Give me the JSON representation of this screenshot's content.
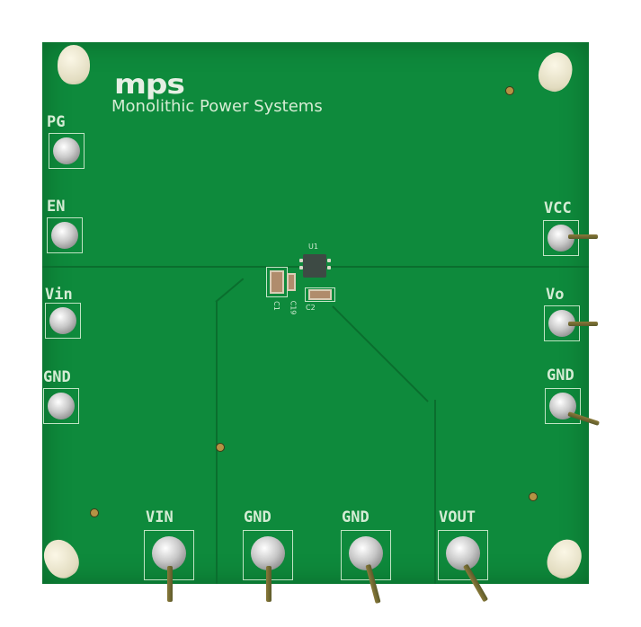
{
  "board": {
    "brand_logo": "mps",
    "company_name": "Monolithic Power Systems",
    "colors": {
      "pcb": "#0e8a3c",
      "silkscreen": "#cfe9d2",
      "background": "#ffffff"
    }
  },
  "components": {
    "ic_ref": "U1",
    "cap1_ref": "C1",
    "cap2_ref": "C2",
    "cap19_ref": "C19"
  },
  "terminals": {
    "left": [
      {
        "label": "PG"
      },
      {
        "label": "EN"
      },
      {
        "label": "Vin"
      },
      {
        "label": "GND"
      }
    ],
    "right": [
      {
        "label": "VCC"
      },
      {
        "label": "Vo"
      },
      {
        "label": "GND"
      }
    ],
    "bottom": [
      {
        "label": "VIN"
      },
      {
        "label": "GND"
      },
      {
        "label": "GND"
      },
      {
        "label": "VOUT"
      }
    ]
  }
}
